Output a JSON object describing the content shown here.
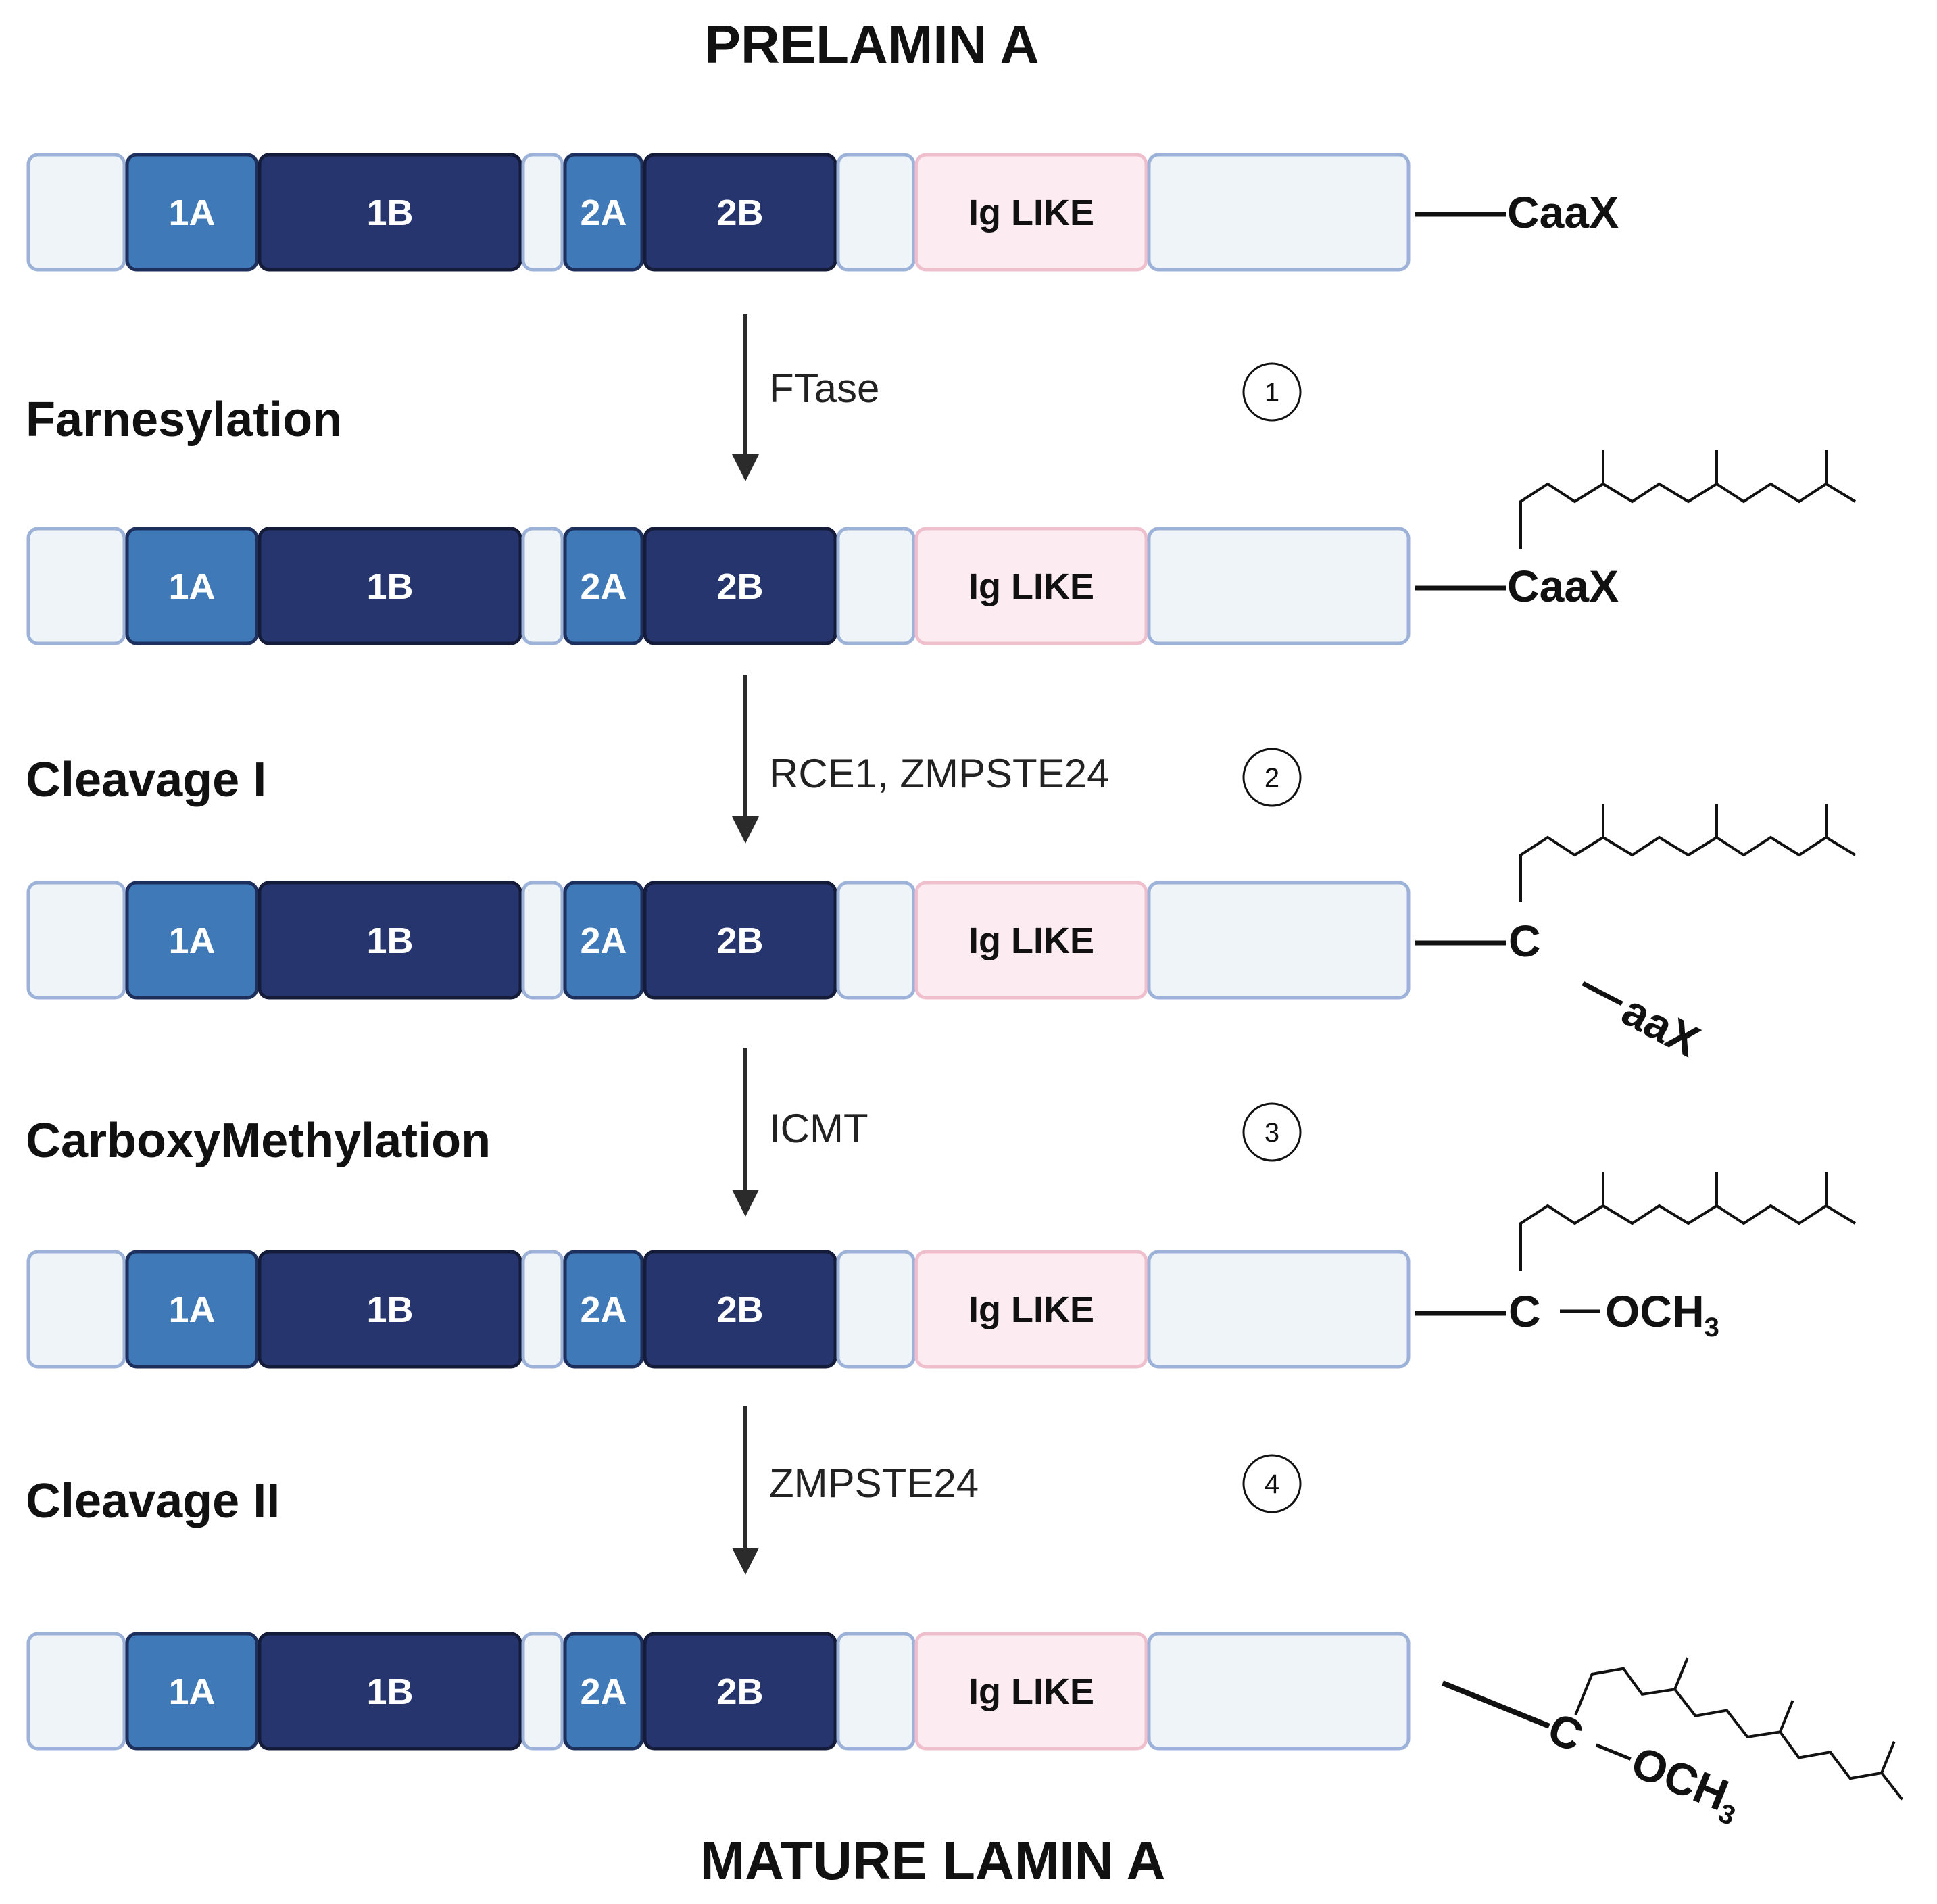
{
  "titles": {
    "top": "PRELAMIN A",
    "bottom": "MATURE LAMIN A"
  },
  "segments": [
    {
      "label": "",
      "color": "#eef4f8",
      "border": "#9db2d8",
      "text": "#111111"
    },
    {
      "label": "1A",
      "color": "#3f79b8",
      "border": "#1d2f5c",
      "text": "#ffffff"
    },
    {
      "label": "1B",
      "color": "#26356d",
      "border": "#141c3a",
      "text": "#ffffff"
    },
    {
      "label": "",
      "color": "#eef4f8",
      "border": "#9db2d8",
      "text": "#111111"
    },
    {
      "label": "2A",
      "color": "#3f79b8",
      "border": "#1d2f5c",
      "text": "#ffffff"
    },
    {
      "label": "2B",
      "color": "#26356d",
      "border": "#141c3a",
      "text": "#ffffff"
    },
    {
      "label": "",
      "color": "#eef4f8",
      "border": "#9db2d8",
      "text": "#111111"
    },
    {
      "label": "Ig LIKE",
      "color": "#fcecf1",
      "border": "#efbfcd",
      "text": "#111111"
    },
    {
      "label": "",
      "color": "#eef4f8",
      "border": "#9db2d8",
      "text": "#111111"
    }
  ],
  "steps": [
    {
      "number": "1",
      "name": "Farnesylation",
      "enzyme": "FTase"
    },
    {
      "number": "2",
      "name": "Cleavage I",
      "enzyme": "RCE1, ZMPSTE24"
    },
    {
      "number": "3",
      "name": "CarboxyMethylation",
      "enzyme": "ICMT"
    },
    {
      "number": "4",
      "name": "Cleavage II",
      "enzyme": "ZMPSTE24"
    }
  ],
  "chem": {
    "caax": "CaaX",
    "c": "C",
    "aax": "aaX",
    "och": "OCH",
    "sub3": "3"
  }
}
